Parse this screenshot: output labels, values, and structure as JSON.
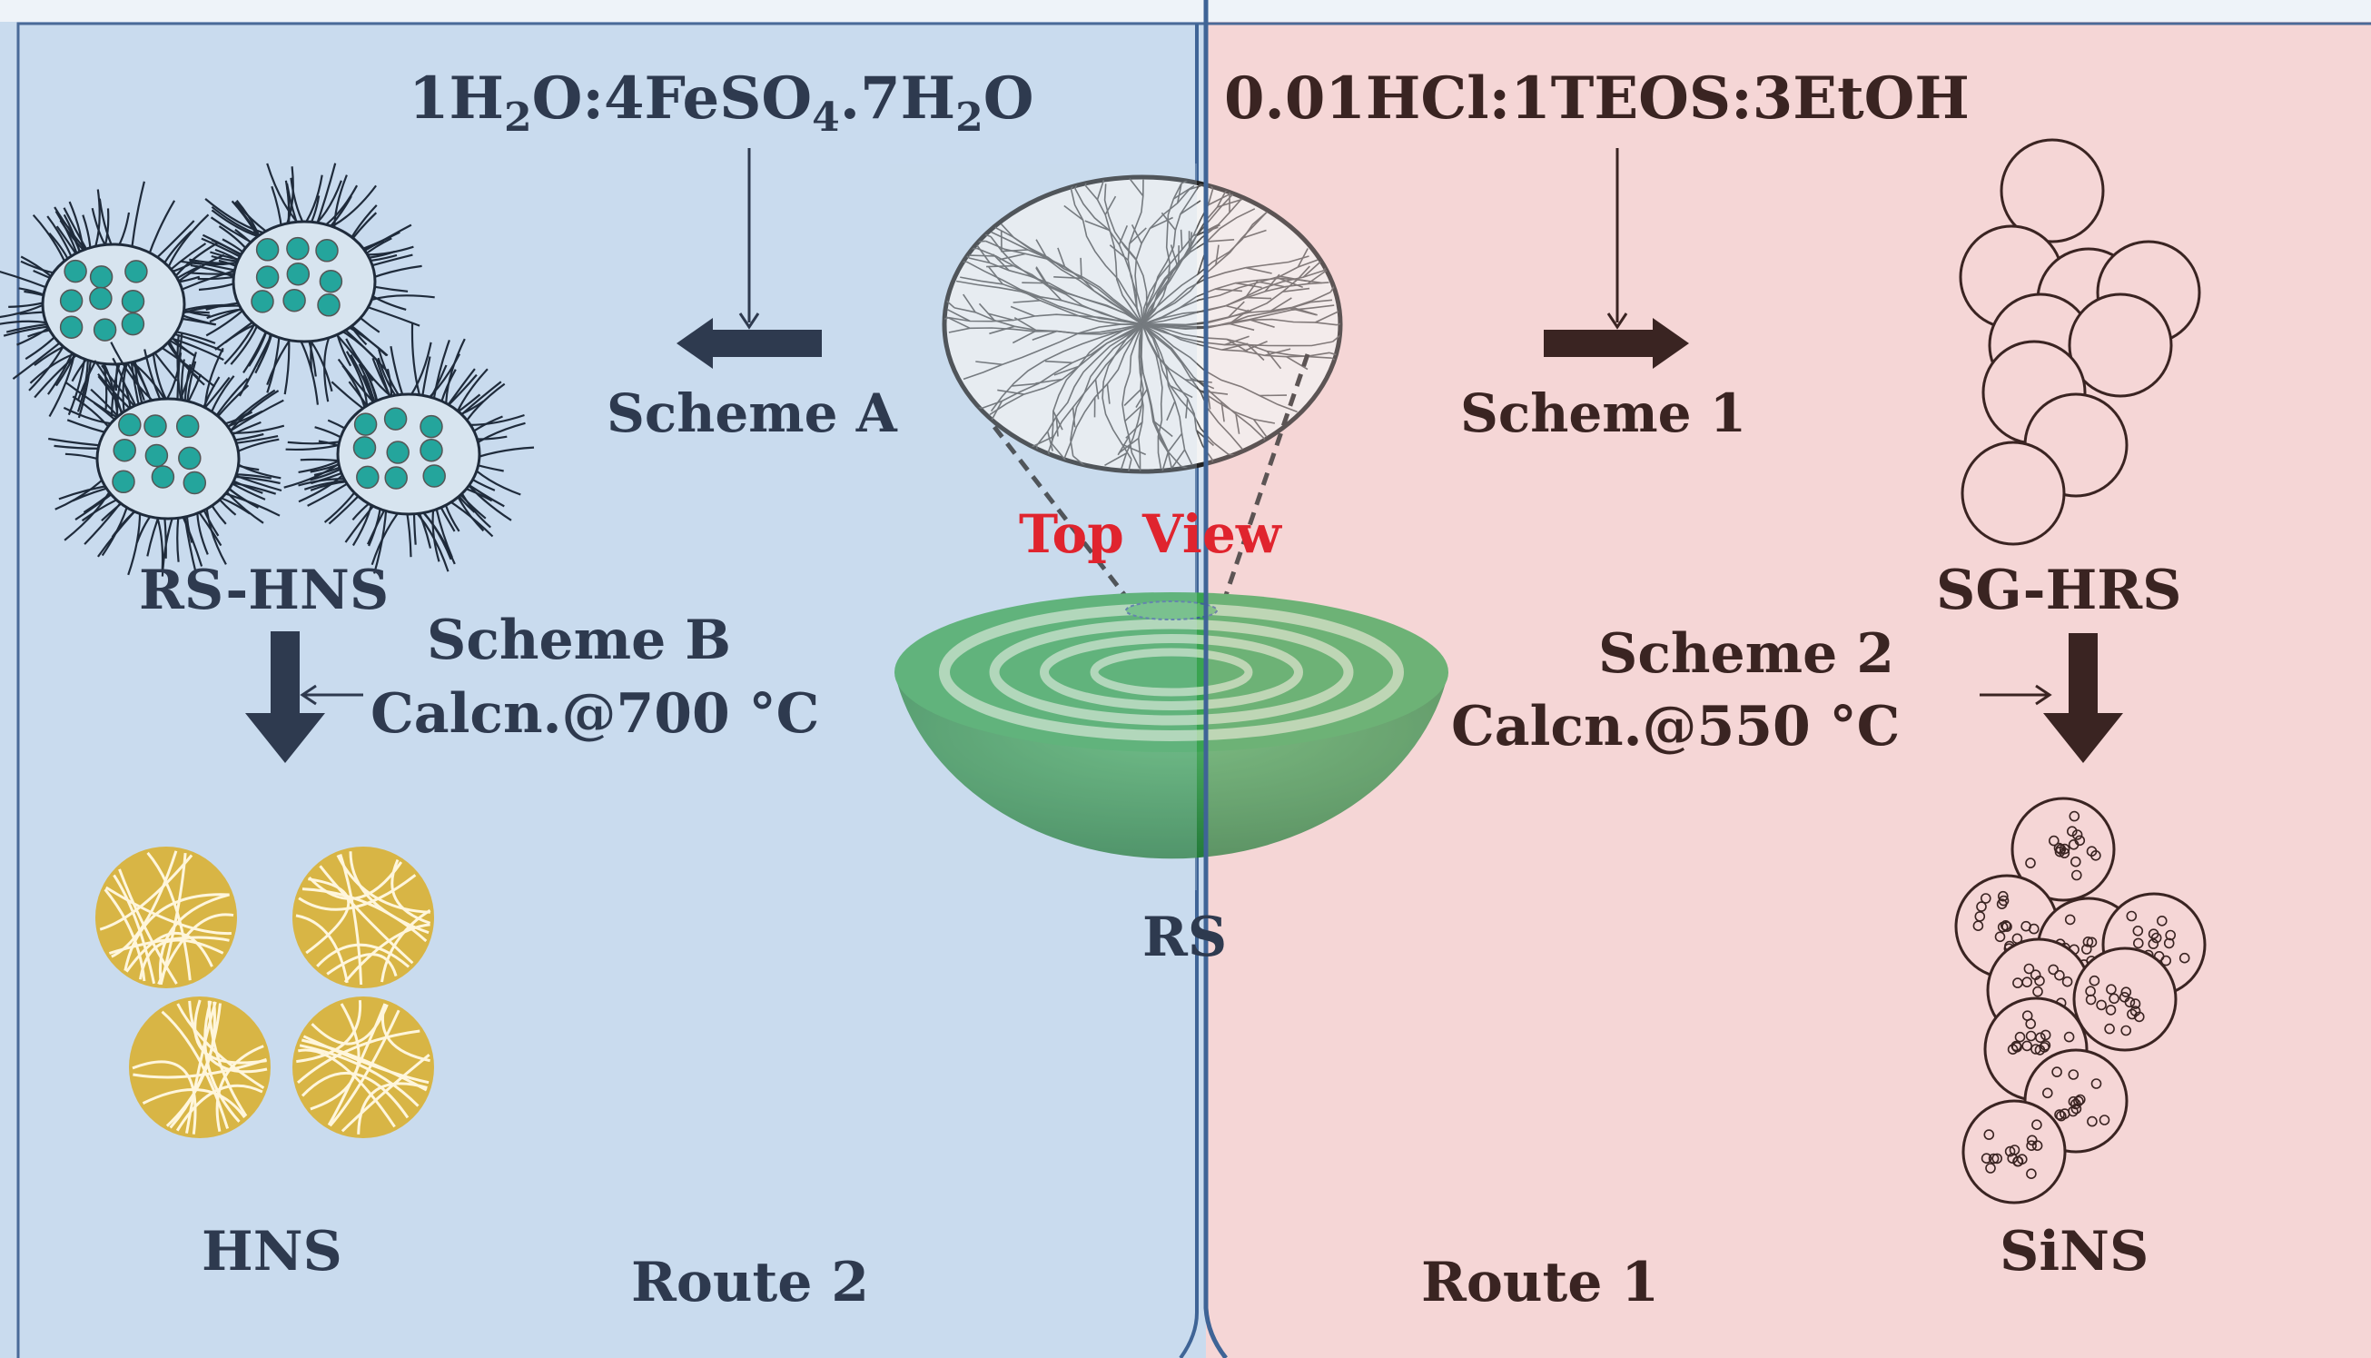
{
  "left_panel": {
    "reagent": {
      "a": "1H",
      "s1": "2",
      "b": "O:4FeSO",
      "s2": "4",
      "c": ".7H",
      "s3": "2",
      "d": "O"
    },
    "scheme_a": "Scheme A",
    "rs_hns": "RS-HNS",
    "scheme_b": "Scheme B",
    "calcn": "Calcn.@700 °C",
    "hns": "HNS",
    "route": "Route 2"
  },
  "right_panel": {
    "reagent": "0.01HCl:1TEOS:3EtOH",
    "scheme_1": "Scheme 1",
    "sg_hrs": "SG-HRS",
    "scheme_2": "Scheme 2",
    "calcn": "Calcn.@550 °C",
    "sins": "SiNS",
    "route": "Route 1"
  },
  "center": {
    "top_view": "Top View",
    "rs": "RS"
  },
  "colors": {
    "left_bg": "#c9dbee",
    "right_bg": "#f5d6d6",
    "divider": "#3f6496",
    "text_dark": "#2e3a4f",
    "arrow_right": "#3a2422",
    "top_view_red": "#e0242e",
    "hemisphere_green": "#2f8f46",
    "hns_gold": "#d8b545"
  }
}
